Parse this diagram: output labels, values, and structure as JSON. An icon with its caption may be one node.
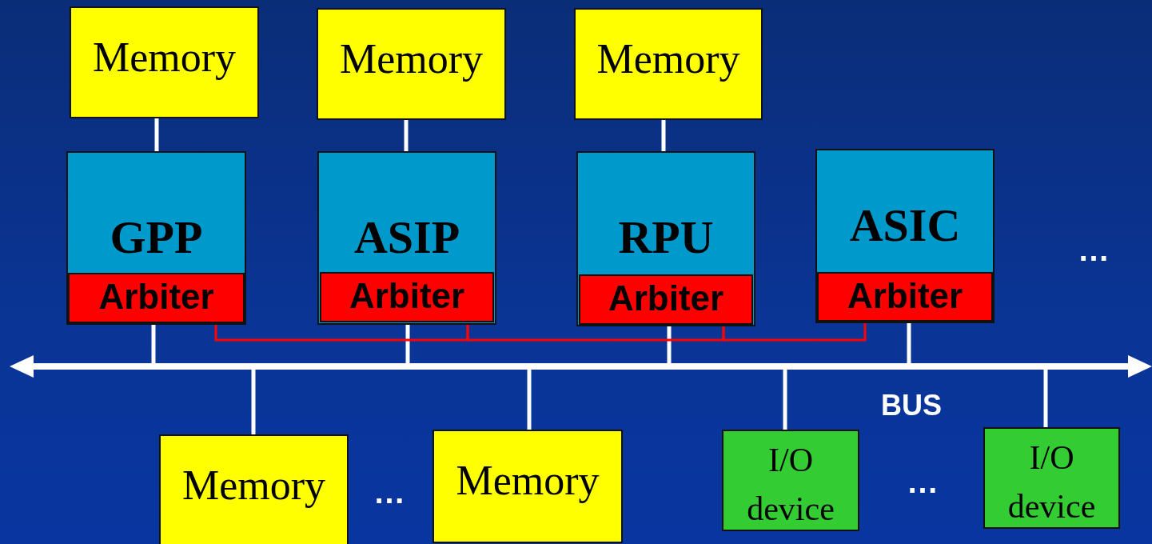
{
  "diagram": {
    "nodes": [
      {
        "text": [
          "Memory"
        ]
      },
      {
        "text": [
          "Memory"
        ]
      },
      {
        "text": [
          "Memory"
        ]
      },
      {
        "text": [
          "GPP"
        ]
      },
      {
        "text": [
          "Arbiter"
        ],
        "in": 3
      },
      {
        "text": [
          "ASIP"
        ]
      },
      {
        "text": [
          "Arbiter"
        ],
        "in": 5
      },
      {
        "text": [
          "RPU"
        ]
      },
      {
        "text": [
          "Arbiter"
        ],
        "in": 7
      },
      {
        "text": [
          "ASIC"
        ]
      },
      {
        "text": [
          "Arbiter"
        ],
        "in": 9
      },
      {
        "text": [
          "BUS"
        ]
      },
      {
        "text": [
          "Memory"
        ]
      },
      {
        "text": [
          "Memory"
        ]
      },
      {
        "text": [
          "I/O device"
        ]
      },
      {
        "text": [
          "I/O device"
        ]
      }
    ],
    "edges": [
      {
        "from": 0,
        "to": 3,
        "arrow": "none"
      },
      {
        "from": 1,
        "to": 5,
        "arrow": "none"
      },
      {
        "from": 2,
        "to": 7,
        "arrow": "none"
      },
      {
        "from": 4,
        "to": 11,
        "arrow": "none"
      },
      {
        "from": 6,
        "to": 11,
        "arrow": "none"
      },
      {
        "from": 8,
        "to": 11,
        "arrow": "none"
      },
      {
        "from": 10,
        "to": 11,
        "arrow": "none"
      },
      {
        "from": 4,
        "to": 6,
        "arrow": "none",
        "color": "#ff0000"
      },
      {
        "from": 6,
        "to": 8,
        "arrow": "none",
        "color": "#ff0000"
      },
      {
        "from": 8,
        "to": 10,
        "arrow": "none",
        "color": "#ff0000"
      },
      {
        "from": 11,
        "to": 12,
        "arrow": "none"
      },
      {
        "from": 11,
        "to": 13,
        "arrow": "none"
      },
      {
        "from": 11,
        "to": 14,
        "arrow": "none"
      },
      {
        "from": 11,
        "to": 15,
        "arrow": "none"
      }
    ],
    "labels": [
      "…",
      "…",
      "…"
    ]
  }
}
